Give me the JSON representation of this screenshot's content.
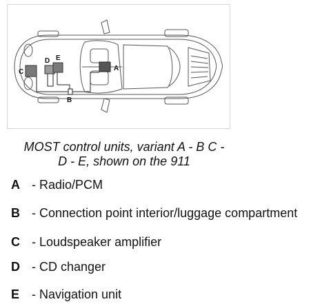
{
  "diagram": {
    "labels": {
      "a": "A",
      "b": "B",
      "c": "C",
      "d": "D",
      "e": "E"
    },
    "colors": {
      "outline": "#555555",
      "unit_dark": "#555555",
      "unit_mid": "#7a7a7a",
      "unit_light": "#9a9a9a",
      "wiring": "#222222"
    }
  },
  "caption": {
    "line1": "MOST control units, variant A - B C -",
    "line2": "D - E, shown on the 911"
  },
  "legend": [
    {
      "key": "A",
      "text": "- Radio/PCM"
    },
    {
      "key": "B",
      "text": "- Connection point interior/luggage compartment"
    },
    {
      "key": "C",
      "text": "- Loudspeaker amplifier"
    },
    {
      "key": "D",
      "text": "- CD changer"
    },
    {
      "key": "E",
      "text": "- Navigation unit"
    }
  ]
}
